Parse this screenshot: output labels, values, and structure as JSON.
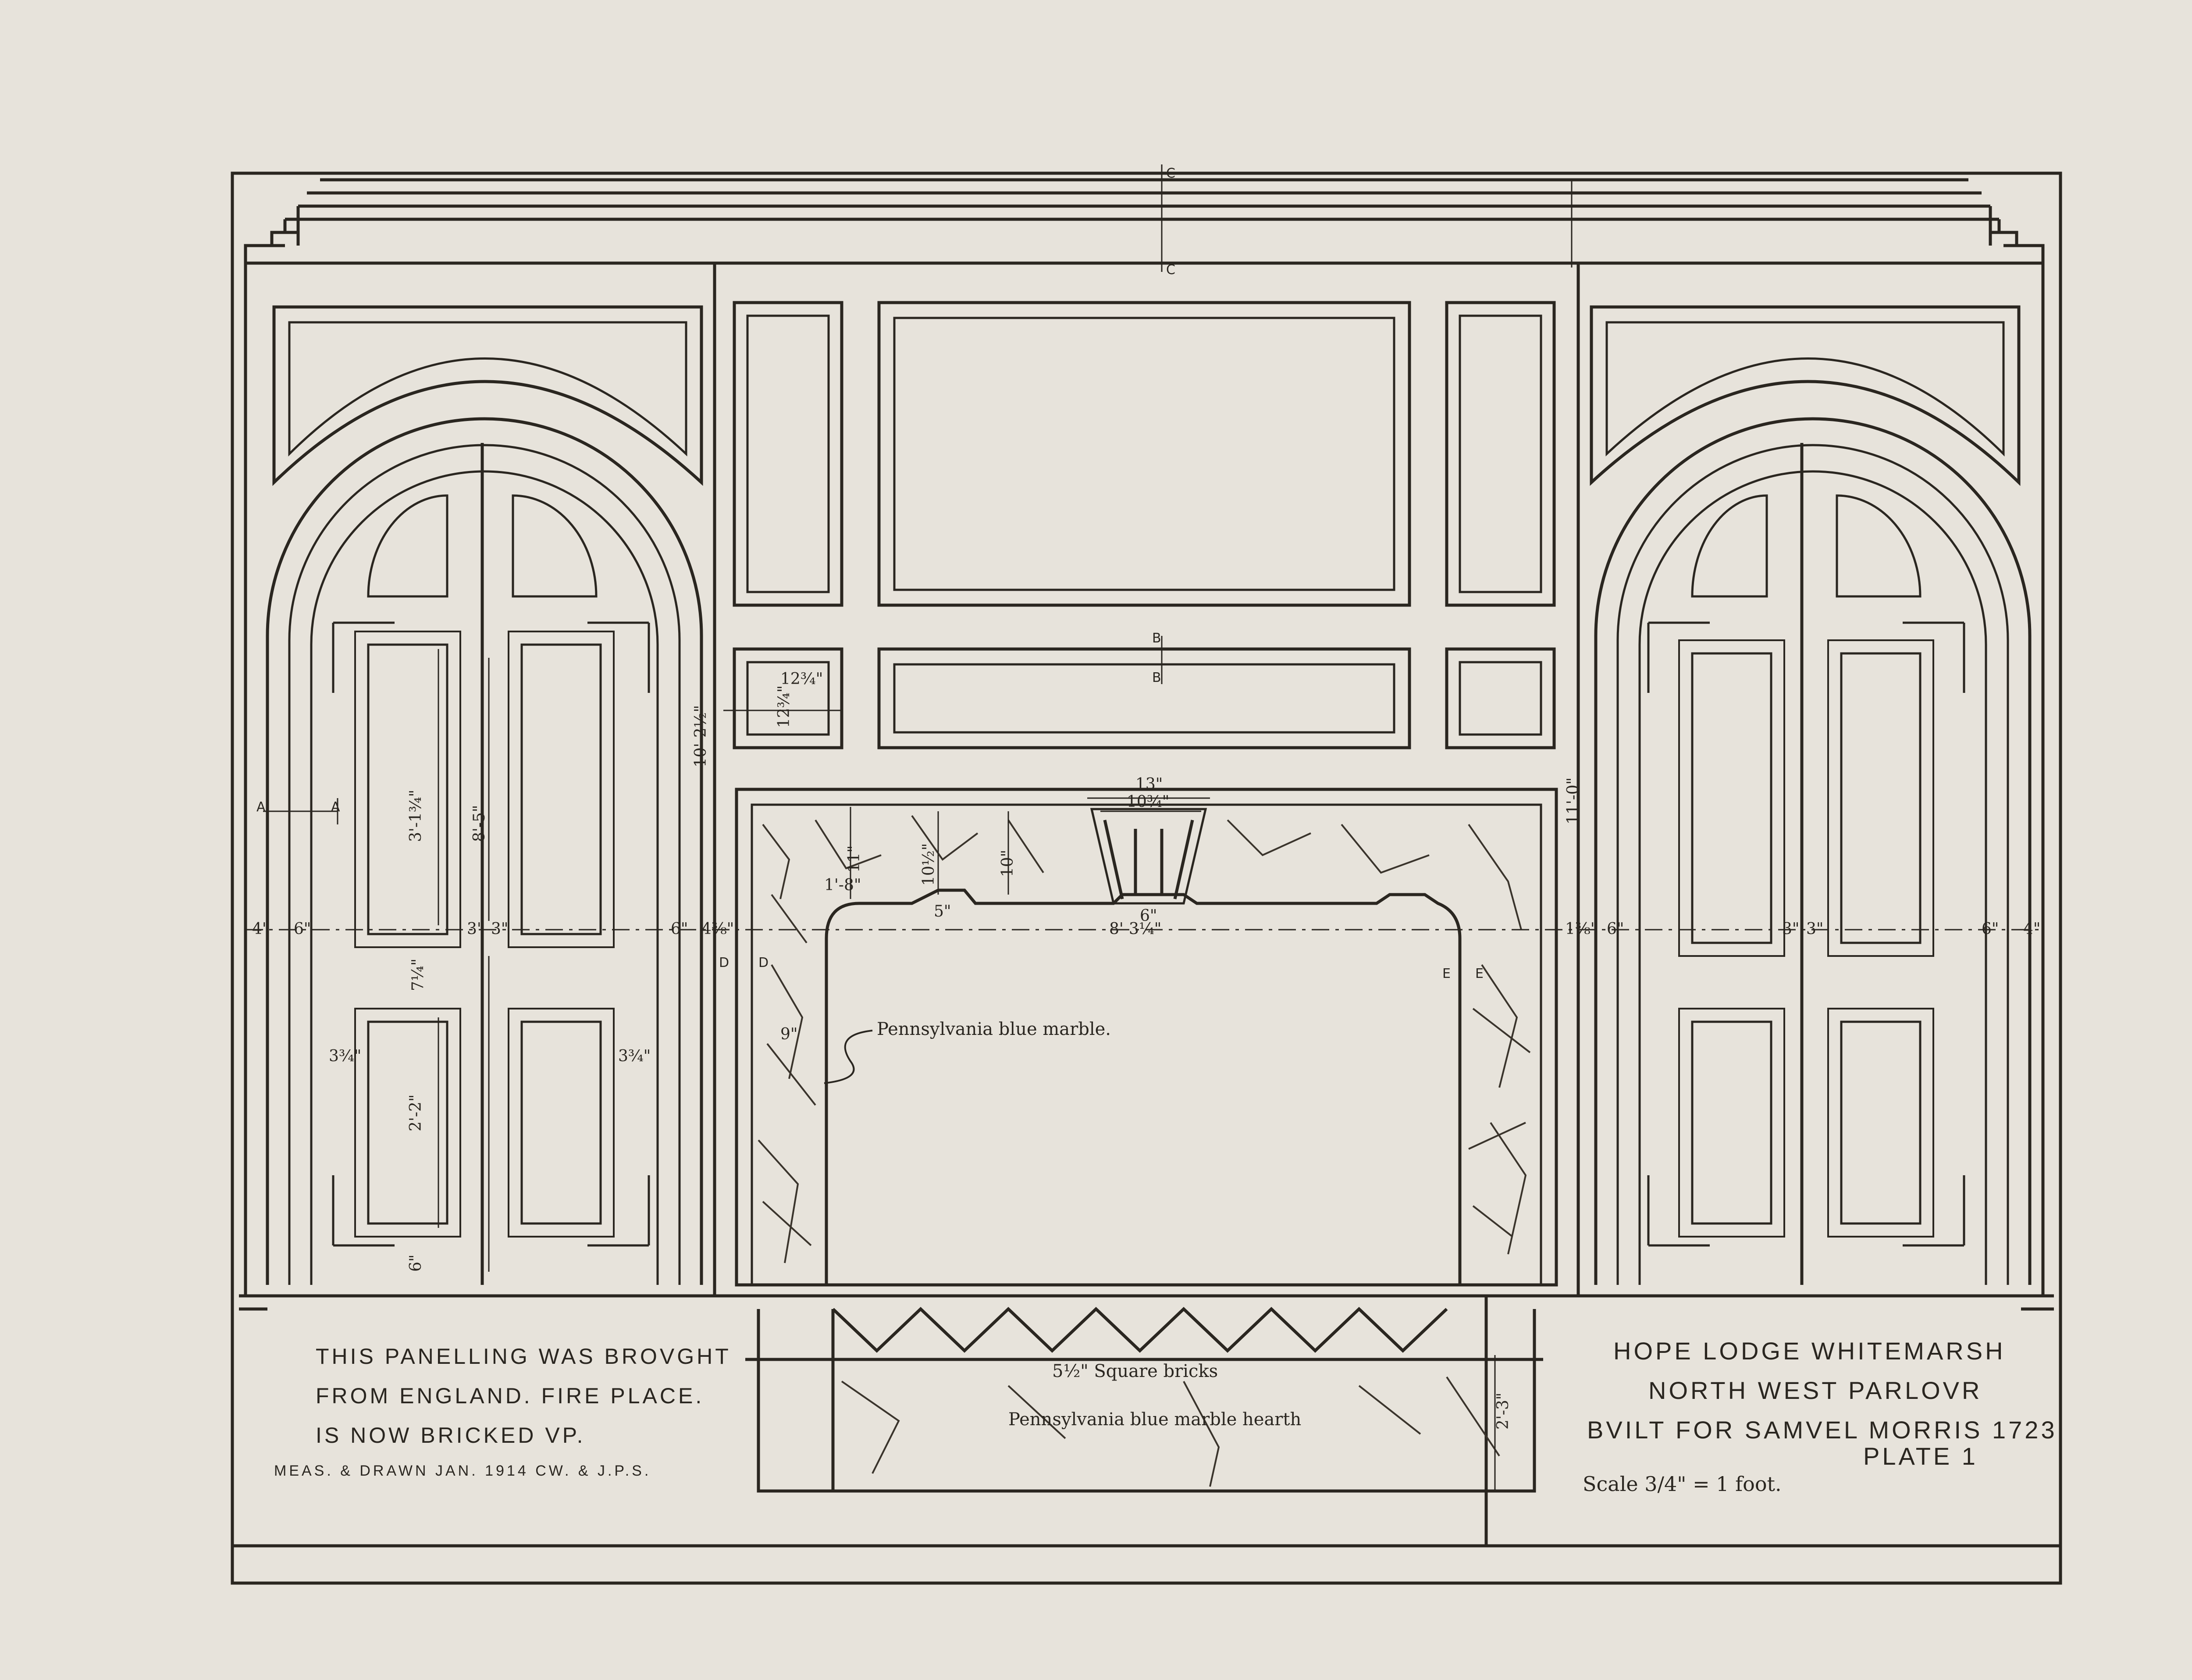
{
  "colors": {
    "paper": "#e7e3db",
    "ink": "#2a2620",
    "marble_vein": "#3a342c"
  },
  "notes": {
    "left_line1": "THIS PANELLING WAS BROVGHT",
    "left_line2": "FROM ENGLAND. FIRE PLACE.",
    "left_line3": "IS NOW BRICKED VP.",
    "credit": "MEAS. & DRAWN JAN. 1914  CW. & J.P.S."
  },
  "title_block": {
    "line1": "HOPE LODGE WHITEMARSH",
    "line2": "NORTH WEST PARLOVR",
    "line3": "BVILT FOR SAMVEL MORRIS 1723",
    "plate": "PLATE 1",
    "scale": "Scale 3/4\" = 1 foot."
  },
  "callouts": {
    "marble": "Pennsylvania blue marble.",
    "bricks": "5½\" Square bricks",
    "hearth": "Pennsylvania blue marble hearth"
  },
  "section_marks": {
    "a": "A",
    "b": "B",
    "c": "C",
    "d": "D",
    "e": "E"
  },
  "dimensions": {
    "overall_left": "10'-2½\"",
    "overall_right": "11'-0\"",
    "door_panel_upper": "3'-1¾\"",
    "door_height": "8'-5\"",
    "door_panel_lower": "2'-2\"",
    "rail_mid": "7¼\"",
    "rail_bottom": "6\"",
    "stile_4": "4\"",
    "stile_6": "6\"",
    "stile_3": "3\"",
    "opening_width": "8'-3¼\"",
    "keystone_13": "13\"",
    "keystone_10": "10¾\"",
    "keystone_6": "6\"",
    "fire_height_1": "1'-8\"",
    "fire_11": "11\"",
    "fire_10a": "10½\"",
    "fire_10b": "10\"",
    "fire_5": "5\"",
    "jamb_9": "9\"",
    "small_panel_a": "12¾\"",
    "small_panel_b": "12¾\"",
    "hearth_depth": "2'-3\"",
    "four_in": "4\"",
    "margin_3_3_4": "3¾\"",
    "trim_4_3_8": "4⅜\"",
    "trim_1_3_8": "1⅜\""
  }
}
